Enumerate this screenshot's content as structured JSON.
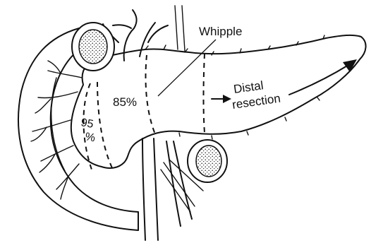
{
  "labels": {
    "whipple": "Whipple",
    "pct_85": "85%",
    "pct_95_line1": "95",
    "pct_95_line2": "%",
    "distal_line1": "Distal",
    "distal_line2": "resection"
  },
  "colors": {
    "ink": "#111111",
    "paper": "#ffffff"
  }
}
